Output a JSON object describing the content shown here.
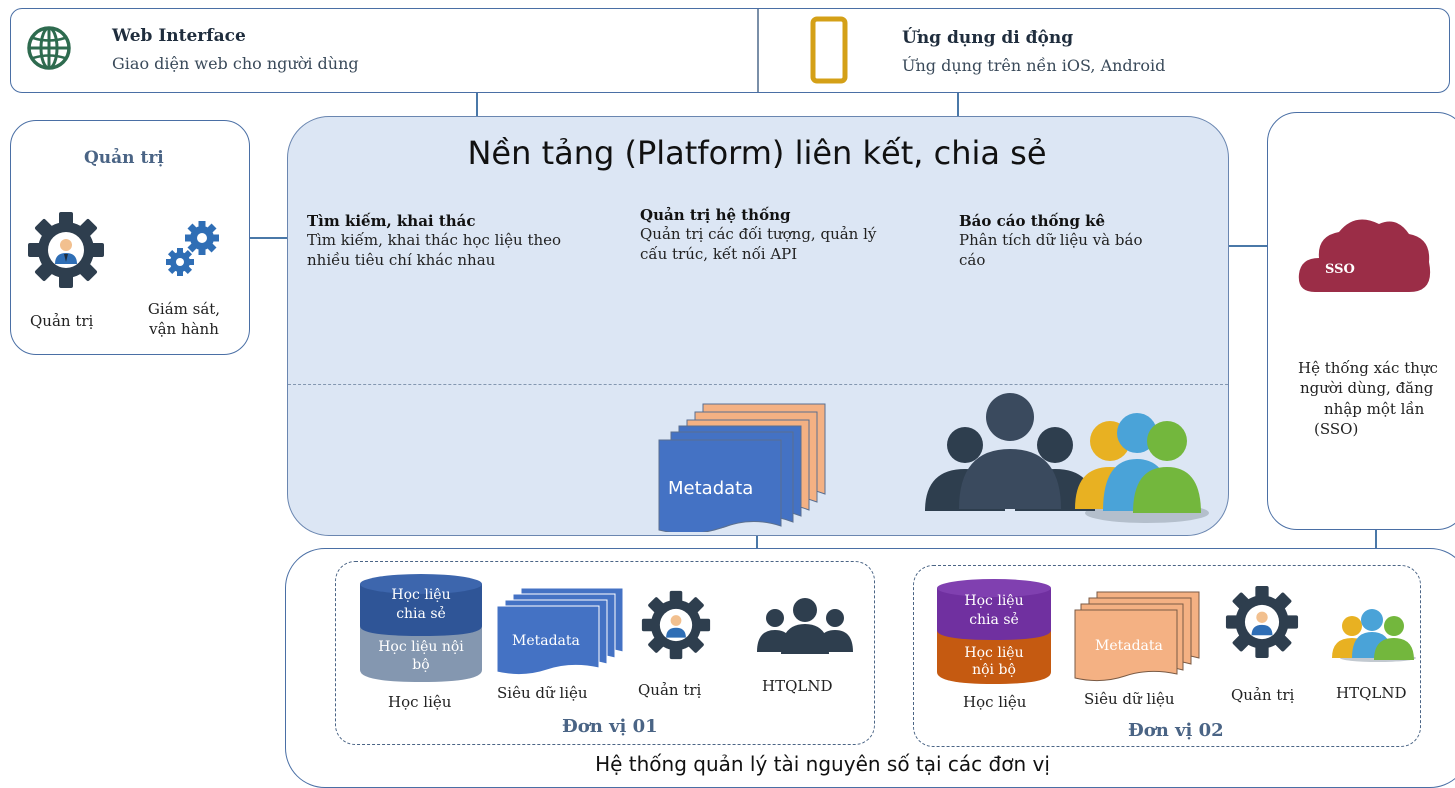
{
  "top_bar": {
    "web": {
      "title": "Web Interface",
      "subtitle": "Giao diện web cho người dùng",
      "icon": "globe-icon"
    },
    "mobile": {
      "title": "Ứng dụng di động",
      "subtitle": "Ứng dụng trên nền iOS, Android",
      "icon": "phone-icon"
    }
  },
  "admin_panel": {
    "title": "Quản trị",
    "items": [
      {
        "label": "Quản trị",
        "icon": "admin-gear-icon"
      },
      {
        "label_line1": "Giám sát,",
        "label_line2": "vận hành",
        "icon": "gears-icon"
      }
    ]
  },
  "platform": {
    "title": "Nền tảng (Platform) liên kết, chia sẻ",
    "features": [
      {
        "title": "Tìm kiếm, khai thác",
        "line1": "Tìm kiếm, khai thác học liệu theo",
        "line2": "nhiều tiêu chí khác nhau"
      },
      {
        "title": "Quản trị hệ thống",
        "line1": "Quản trị các đối tượng, quản lý",
        "line2": "cấu trúc, kết nối API"
      },
      {
        "title": "Báo cáo thống kê",
        "line1": "Phân tích dữ liệu và báo",
        "line2": "cáo"
      }
    ],
    "metadata_label": "Metadata"
  },
  "sso_panel": {
    "cloud_label": "SSO",
    "line1": "Hệ thống xác thực",
    "line2": "người dùng, đăng",
    "line3": "nhập một lần",
    "line4": "(SSO)"
  },
  "bottom": {
    "caption": "Hệ thống quản lý tài nguyên số tại các đơn vị",
    "unit1": {
      "title": "Đơn vị 01",
      "db_top": "Học liệu chia sẻ",
      "db_top_l1": "Học liệu",
      "db_top_l2": "chia sẻ",
      "db_bottom_l1": "Học liệu nội",
      "db_bottom_l2": "bộ",
      "db_label": "Học liệu",
      "meta_doc": "Metadata",
      "meta_label": "Siêu dữ liệu",
      "admin_label": "Quản trị",
      "users_label": "HTQLND"
    },
    "unit2": {
      "title": "Đơn vị 02",
      "db_top_l1": "Học liệu",
      "db_top_l2": "chia sẻ",
      "db_bottom_l1": "Học liệu",
      "db_bottom_l2": "nội bộ",
      "db_label": "Học liệu",
      "meta_doc": "Metadata",
      "meta_label": "Siêu dữ liệu",
      "admin_label": "Quản trị",
      "users_label": "HTQLND"
    }
  },
  "colors": {
    "border": "#4a6fa5",
    "platform_fill": "#dce6f4",
    "doc_blue": "#4472c4",
    "doc_orange": "#f4b183",
    "sso_red": "#9b2d47",
    "icon_dark": "#2e3e4e",
    "gear_blue": "#2f6eb5",
    "db_blue": "#2f5597",
    "db_gray": "#8497b0",
    "db_purple": "#7030a0",
    "db_orange": "#c55a11",
    "phone_gold": "#d4a017",
    "globe_green": "#2e6b4f"
  }
}
